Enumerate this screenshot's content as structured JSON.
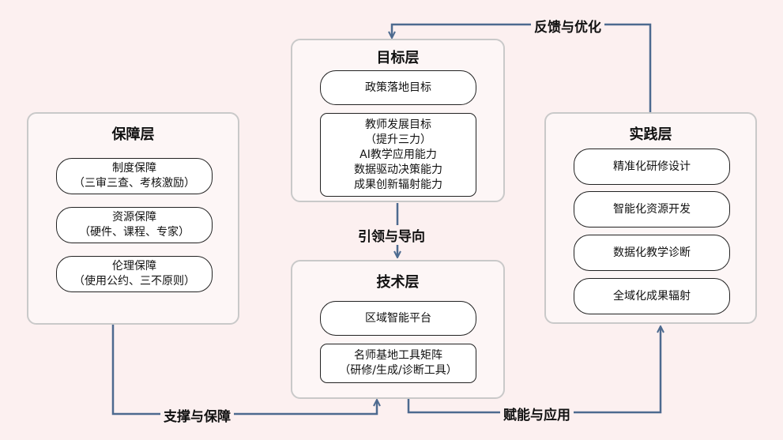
{
  "goal_layer": {
    "title": "目标层",
    "items": [
      {
        "lines": [
          "政策落地目标"
        ]
      },
      {
        "lines": [
          "教师发展目标",
          "（提升三力）",
          "AI教学应用能力",
          "数据驱动决策能力",
          "成果创新辐射能力"
        ]
      }
    ]
  },
  "support_layer": {
    "title": "保障层",
    "items": [
      {
        "lines": [
          "制度保障",
          "（三审三查、考核激励）"
        ]
      },
      {
        "lines": [
          "资源保障",
          "（硬件、课程、专家）"
        ]
      },
      {
        "lines": [
          "伦理保障",
          "（使用公约、三不原则）"
        ]
      }
    ]
  },
  "tech_layer": {
    "title": "技术层",
    "items": [
      {
        "lines": [
          "区域智能平台"
        ]
      },
      {
        "lines": [
          "名师基地工具矩阵",
          "（研修/生成/诊断工具）"
        ]
      }
    ]
  },
  "practice_layer": {
    "title": "实践层",
    "items": [
      {
        "lines": [
          "精准化研修设计"
        ]
      },
      {
        "lines": [
          "智能化资源开发"
        ]
      },
      {
        "lines": [
          "数据化教学诊断"
        ]
      },
      {
        "lines": [
          "全域化成果辐射"
        ]
      }
    ]
  },
  "flows": {
    "feedback": "反馈与优化",
    "guide": "引领与导向",
    "support": "支撑与保障",
    "empower": "赋能与应用"
  },
  "colors": {
    "arrow": "#4d6a8f",
    "panel_border": "#c9c9c9",
    "background": "#fcf0f0"
  }
}
